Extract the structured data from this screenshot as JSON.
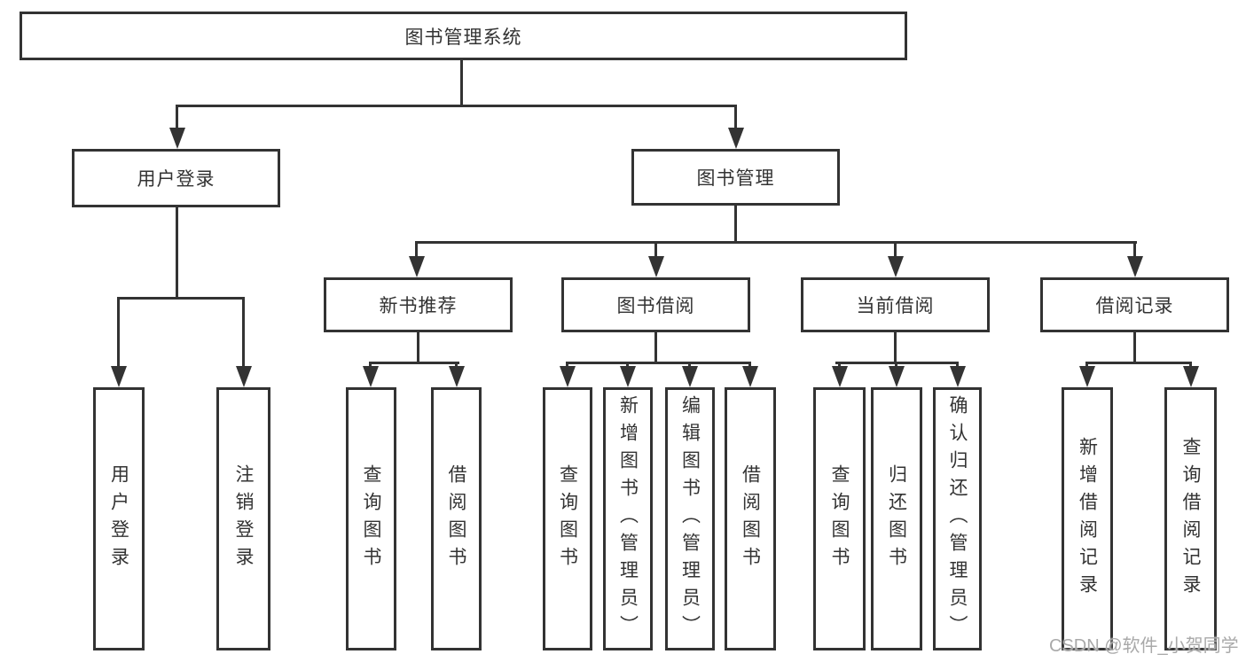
{
  "diagram": {
    "title": "图书管理系统",
    "level2": [
      {
        "label": "用户登录"
      },
      {
        "label": "图书管理"
      }
    ],
    "level3": [
      {
        "label": "新书推荐"
      },
      {
        "label": "图书借阅"
      },
      {
        "label": "当前借阅"
      },
      {
        "label": "借阅记录"
      }
    ],
    "leaves": {
      "user": [
        "用户登录",
        "注销登录"
      ],
      "new_books": [
        "查询图书",
        "借阅图书"
      ],
      "borrow": [
        "查询图书",
        "新增图书（管理员）",
        "编辑图书（管理员）",
        "借阅图书"
      ],
      "current": [
        "查询图书",
        "归还图书",
        "确认归还（管理员）"
      ],
      "records": [
        "新增借阅记录",
        "查询借阅记录"
      ]
    },
    "colors": {
      "line": "#333333",
      "text": "#333333",
      "background": "#ffffff",
      "watermark": "#a9a9a9"
    }
  },
  "watermark": {
    "text": "CSDN @软件_小贺同学"
  }
}
